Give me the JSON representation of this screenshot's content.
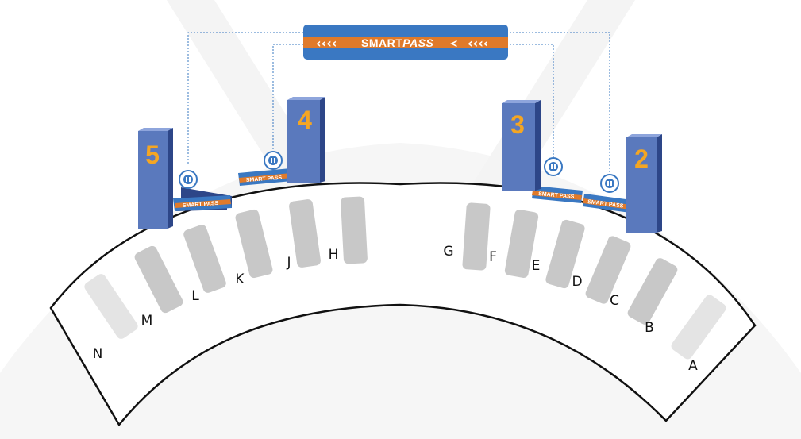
{
  "banner": {
    "label_main": "SMART",
    "label_accent": "PASS",
    "chevrons_left": "‹‹‹‹",
    "chevrons_right": "‹‹‹‹",
    "icon": "plane-icon"
  },
  "gates": [
    {
      "id": "gate-5",
      "number": "5",
      "strip_label": "SMART PASS"
    },
    {
      "id": "gate-4",
      "number": "4",
      "strip_label": "SMART PASS"
    },
    {
      "id": "gate-3",
      "number": "3",
      "strip_label": "SMART PASS"
    },
    {
      "id": "gate-2",
      "number": "2",
      "strip_label": "SMART PASS"
    }
  ],
  "counters": [
    "A",
    "B",
    "C",
    "D",
    "E",
    "F",
    "G",
    "H",
    "J",
    "K",
    "L",
    "M",
    "N"
  ],
  "colors": {
    "pillar_front": "#5a79bd",
    "pillar_side": "#2d4688",
    "pillar_top": "#8ea5dc",
    "gate_number": "#f4a623",
    "banner": "#3a78c2",
    "banner_stripe": "#e07a2a",
    "connector": "#3a78c2",
    "counter_gray": "#c8c8c8",
    "counter_light": "#e4e4e4",
    "terminal_outline": "#111111",
    "watermark": "#f3f3f3"
  }
}
